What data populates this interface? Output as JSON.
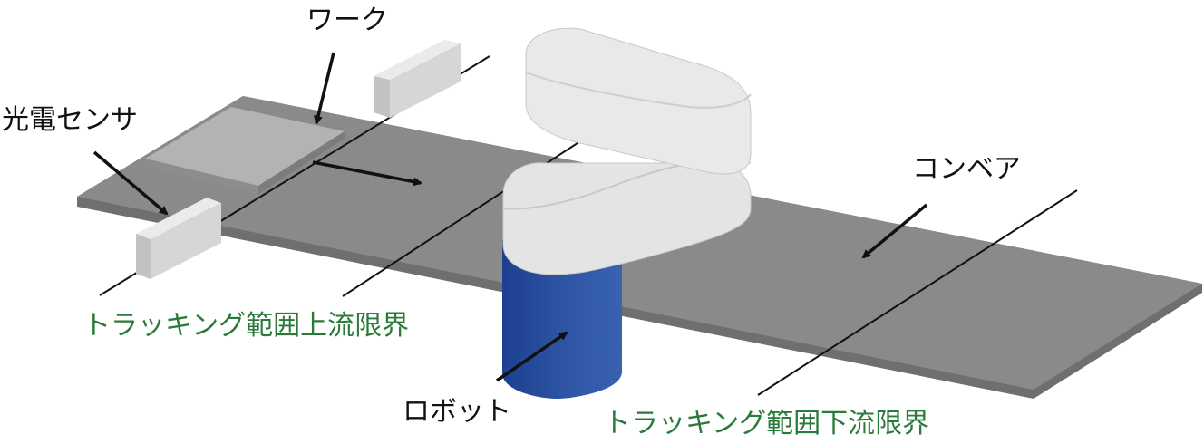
{
  "labels": {
    "work": "ワーク",
    "sensor": "光電センサ",
    "conveyor": "コンベア",
    "upstream": "トラッキング範囲上流限界",
    "downstream": "トラッキング範囲下流限界",
    "robot": "ロボット"
  },
  "colors": {
    "label_text": "#111111",
    "limit_text": "#2a7a3a",
    "conveyor_top": "#8a8a8a",
    "conveyor_edge": "#6f6f6f",
    "workpiece": "#a9a9a9",
    "sensor": "#d6d6d6",
    "robot_arm": "#e2e2e2",
    "robot_base": "#2f56a6",
    "lines": "#111111"
  }
}
